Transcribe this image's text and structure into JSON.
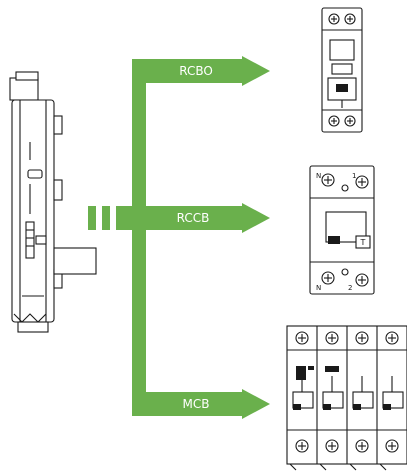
{
  "diagram": {
    "accent_color": "#6ab04c",
    "branches": [
      {
        "label": "RCBO",
        "device": "rcbo-breaker"
      },
      {
        "label": "RCCB",
        "device": "rccb-breaker"
      },
      {
        "label": "MCB",
        "device": "mcb-breaker-group"
      }
    ],
    "rccb_markings": {
      "top_terminal": "1",
      "bottom_terminal": "2",
      "n_top": "N",
      "n_bottom": "N",
      "test_button": "T"
    }
  }
}
